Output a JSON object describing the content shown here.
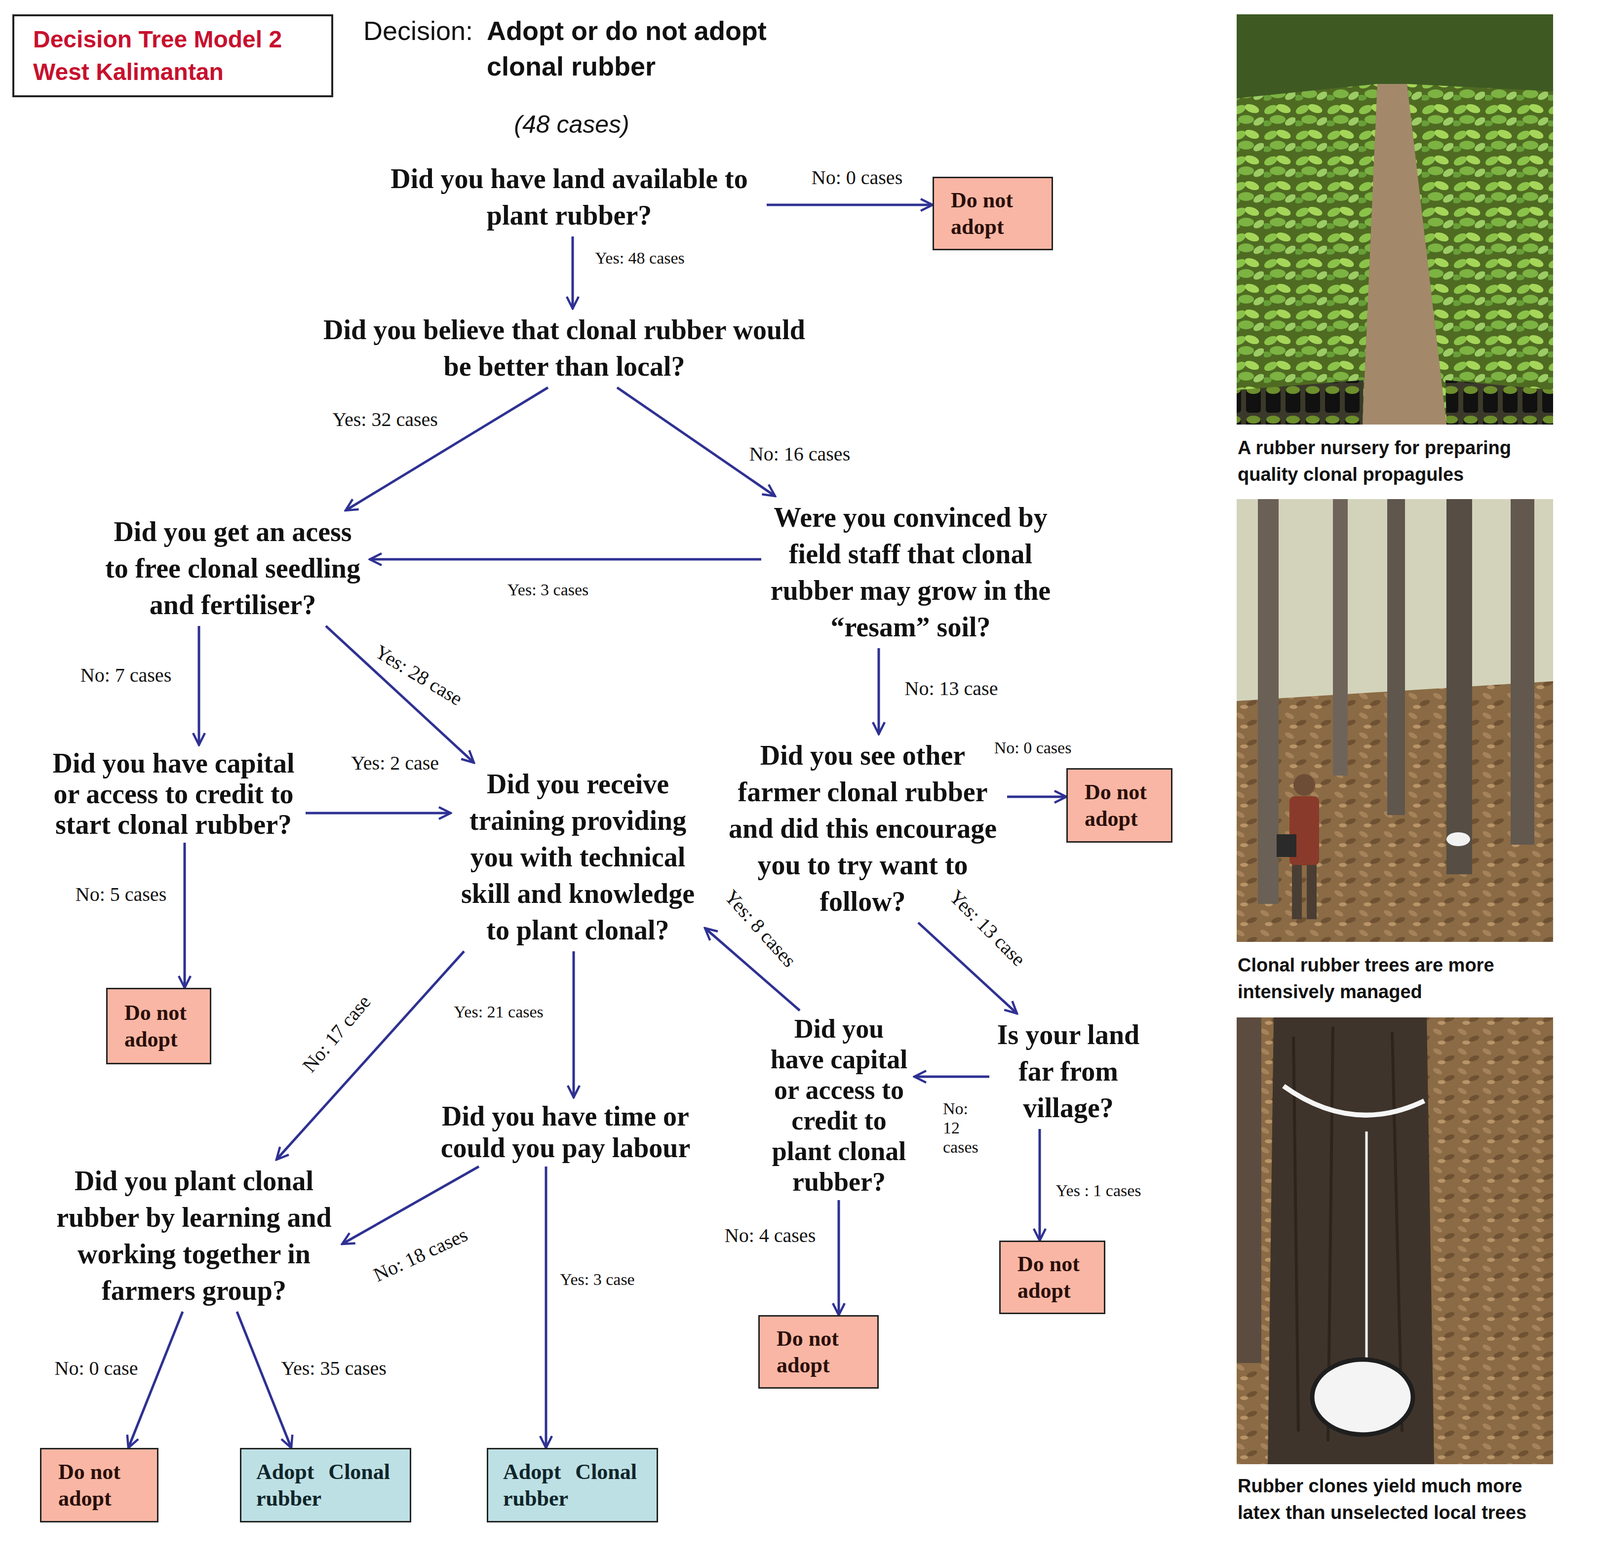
{
  "diagram": {
    "title": "Adopt or do not adopt clonal rubber",
    "nodes": [
      {
        "text": [
          "Decision Tree Model 2 West Kalimantan"
        ]
      },
      {
        "text": [
          "Did you have land available to plant rubber?"
        ]
      },
      {
        "text": [
          "Do not adopt"
        ]
      },
      {
        "text": [
          "Did you believe that clonal rubber would be better than local?"
        ]
      },
      {
        "text": [
          "Did you get an acess to free clonal seedling and fertiliser?"
        ]
      },
      {
        "text": [
          "Were you convinced by field staff that clonal rubber may grow in the “resam” soil?"
        ]
      },
      {
        "text": [
          "Did you have capital or access to credit to start clonal rubber?"
        ]
      },
      {
        "text": [
          "Did you receive training providing you with technical skill and knowledge to plant clonal?"
        ]
      },
      {
        "text": [
          "Did you see other farmer clonal rubber and did this encourage you to try want to follow?"
        ]
      },
      {
        "text": [
          "Do not adopt"
        ]
      },
      {
        "text": [
          "Do not adopt"
        ]
      },
      {
        "text": [
          "Did you have capital or access to credit to plant clonal rubber?"
        ]
      },
      {
        "text": [
          "Is your land far from village?"
        ]
      },
      {
        "text": [
          "Did you have time or could you pay labour"
        ]
      },
      {
        "text": [
          "Did you plant clonal rubber by learning and working together in farmers group?"
        ]
      },
      {
        "text": [
          "Do not adopt"
        ]
      },
      {
        "text": [
          "Do not adopt"
        ]
      },
      {
        "text": [
          "Do not adopt"
        ]
      },
      {
        "text": [
          "Adopt Clonal rubber"
        ]
      },
      {
        "text": [
          "Adopt Clonal rubber"
        ]
      }
    ],
    "edges": [
      {
        "from": 1,
        "to": 2,
        "label": "No: 0 cases",
        "arrow": "to"
      },
      {
        "from": 1,
        "to": 3,
        "label": "Yes: 48 cases",
        "arrow": "to"
      },
      {
        "from": 3,
        "to": 4,
        "label": "Yes: 32 cases",
        "arrow": "to"
      },
      {
        "from": 3,
        "to": 5,
        "label": "No: 16 cases",
        "arrow": "to"
      },
      {
        "from": 5,
        "to": 4,
        "label": "Yes: 3 cases",
        "arrow": "to"
      },
      {
        "from": 4,
        "to": 6,
        "label": "No: 7 cases",
        "arrow": "to"
      },
      {
        "from": 4,
        "to": 7,
        "label": "Yes: 28 case",
        "arrow": "to"
      },
      {
        "from": 5,
        "to": 8,
        "label": "No: 13 case",
        "arrow": "to"
      },
      {
        "from": 6,
        "to": 7,
        "label": "Yes: 2 case",
        "arrow": "to"
      },
      {
        "from": 6,
        "to": 10,
        "label": "No: 5 cases",
        "arrow": "to"
      },
      {
        "from": 8,
        "to": 9,
        "label": "No: 0 cases",
        "arrow": "to"
      },
      {
        "from": 8,
        "to": 12,
        "label": "Yes: 13 case",
        "arrow": "to"
      },
      {
        "from": 12,
        "to": 11,
        "label": "No: 12 cases",
        "arrow": "to"
      },
      {
        "from": 12,
        "to": 16,
        "label": "Yes : 1 cases",
        "arrow": "to"
      },
      {
        "from": 11,
        "to": 7,
        "label": "Yes: 8 cases",
        "arrow": "to"
      },
      {
        "from": 11,
        "to": 15,
        "label": "No: 4 cases",
        "arrow": "to"
      },
      {
        "from": 7,
        "to": 14,
        "label": "No: 17 case",
        "arrow": "to"
      },
      {
        "from": 7,
        "to": 13,
        "label": "Yes: 21 cases",
        "arrow": "to"
      },
      {
        "from": 13,
        "to": 14,
        "label": "No: 18 cases",
        "arrow": "to"
      },
      {
        "from": 13,
        "to": 19,
        "label": "Yes: 3 case",
        "arrow": "to"
      },
      {
        "from": 14,
        "to": 17,
        "label": "No: 0 case",
        "arrow": "to"
      },
      {
        "from": 14,
        "to": 18,
        "label": "Yes: 35 cases",
        "arrow": "to"
      }
    ],
    "labels": [
      "Decision:",
      "(48 cases)",
      "A rubber nursery for preparing quality clonal propagules",
      "Clonal rubber trees are more intensively managed",
      "Rubber clones yield much more latex than unselected local trees"
    ]
  }
}
